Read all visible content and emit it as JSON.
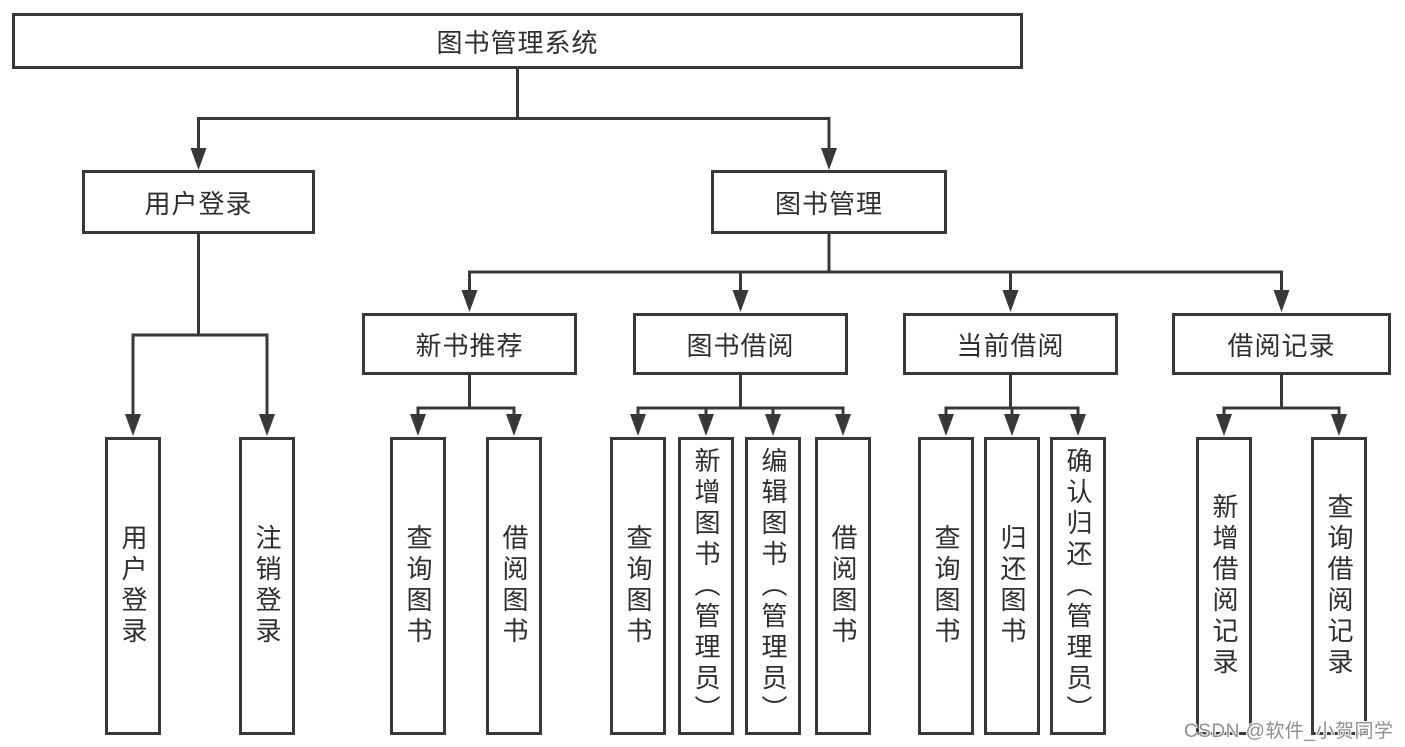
{
  "colors": {
    "line": "#383838",
    "text": "#2e2e2e",
    "background": "#ffffff",
    "watermark": "#8f8f8f"
  },
  "watermark": "CSDN @软件_小贺同学",
  "tree": {
    "label": "图书管理系统",
    "children": [
      {
        "label": "用户登录",
        "children": [
          {
            "label": "用户登录"
          },
          {
            "label": "注销登录"
          }
        ]
      },
      {
        "label": "图书管理",
        "children": [
          {
            "label": "新书推荐",
            "children": [
              {
                "label": "查询图书"
              },
              {
                "label": "借阅图书"
              }
            ]
          },
          {
            "label": "图书借阅",
            "children": [
              {
                "label": "查询图书"
              },
              {
                "label": "新增图书（管理员）"
              },
              {
                "label": "编辑图书（管理员）"
              },
              {
                "label": "借阅图书"
              }
            ]
          },
          {
            "label": "当前借阅",
            "children": [
              {
                "label": "查询图书"
              },
              {
                "label": "归还图书"
              },
              {
                "label": "确认归还（管理员）"
              }
            ]
          },
          {
            "label": "借阅记录",
            "children": [
              {
                "label": "新增借阅记录"
              },
              {
                "label": "查询借阅记录"
              }
            ]
          }
        ]
      }
    ]
  }
}
